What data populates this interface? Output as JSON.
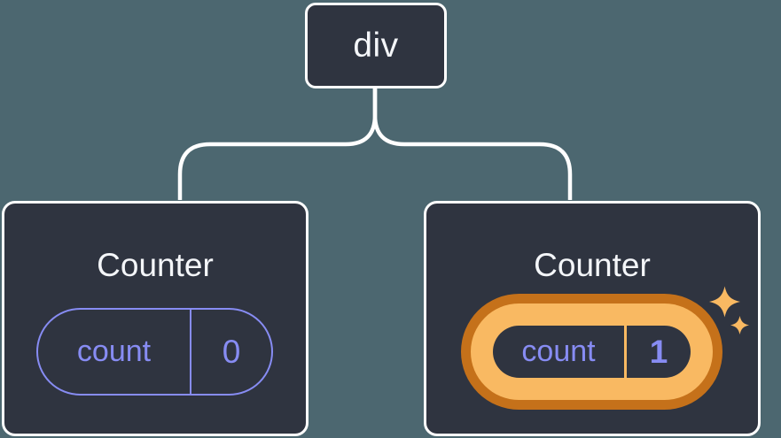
{
  "diagram": {
    "root": {
      "label": "div"
    },
    "counters": [
      {
        "title": "Counter",
        "state_key": "count",
        "state_value": "0",
        "highlighted": false
      },
      {
        "title": "Counter",
        "state_key": "count",
        "state_value": "1",
        "highlighted": true
      }
    ]
  },
  "icons": {
    "sparkle_large": "sparkle-icon",
    "sparkle_small": "sparkle-icon"
  },
  "colors": {
    "background": "#4C6770",
    "card": "#2F3440",
    "line": "#FFFFFF",
    "text": "#F4F6F9",
    "purple": "#878CF3",
    "orange-dark": "#C5711A",
    "orange-light": "#F9B962"
  }
}
